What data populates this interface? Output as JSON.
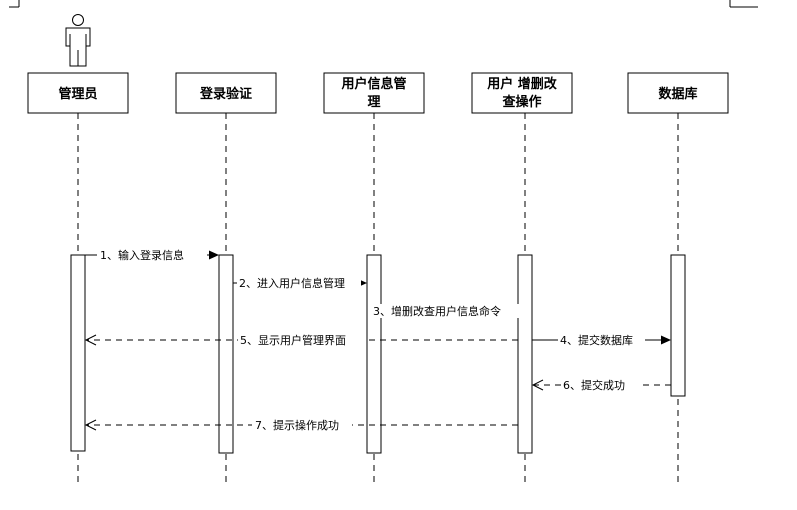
{
  "participants": [
    {
      "id": "admin",
      "label": [
        "管理员"
      ],
      "actor": true
    },
    {
      "id": "login",
      "label": [
        "登录验证"
      ]
    },
    {
      "id": "usermgr",
      "label": [
        "用户信息管",
        "理"
      ]
    },
    {
      "id": "crud",
      "label": [
        "用户 增删改",
        "查操作"
      ]
    },
    {
      "id": "db",
      "label": [
        "数据库"
      ]
    }
  ],
  "messages": [
    {
      "from": "admin",
      "to": "login",
      "text": "1、输入登录信息",
      "style": "solid"
    },
    {
      "from": "login",
      "to": "usermgr",
      "text": "2、进入用户信息管理",
      "style": "solid"
    },
    {
      "from": "usermgr",
      "to": "crud",
      "text": "3、增删改查用户信息命令",
      "style": "none"
    },
    {
      "from": "crud",
      "to": "db",
      "text": "4、提交数据库",
      "style": "solid"
    },
    {
      "from": "crud",
      "to": "admin",
      "text": "5、显示用户管理界面",
      "style": "dashed"
    },
    {
      "from": "db",
      "to": "crud",
      "text": "6、提交成功",
      "style": "dashed"
    },
    {
      "from": "crud",
      "to": "admin",
      "text": "7、提示操作成功",
      "style": "dashed"
    }
  ]
}
